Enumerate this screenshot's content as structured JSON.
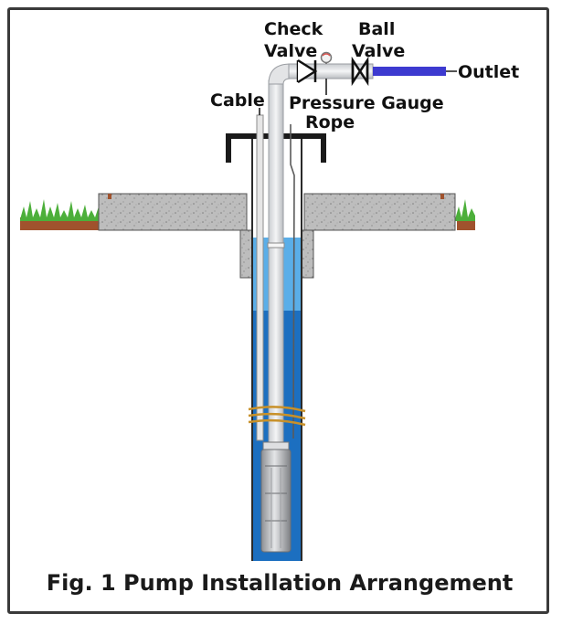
{
  "labels": {
    "check_line1": "Check",
    "check_line2": "Valve",
    "ball_line1": "Ball",
    "ball_line2": "Valve",
    "outlet": "Outlet",
    "cable": "Cable",
    "pressure_gauge": "Pressure Gauge",
    "rope": "Rope"
  },
  "caption": "Fig. 1 Pump Installation Arrangement",
  "colors": {
    "frame": "#3a3a3a",
    "water_light": "#5aaee8",
    "water_deep": "#1c6fc0",
    "outlet_pipe": "#3d3ad0",
    "concrete": "#b7b7b7",
    "grass": "#4caf3a",
    "soil": "#a0522d",
    "cable_wrap": "#c8912a"
  }
}
